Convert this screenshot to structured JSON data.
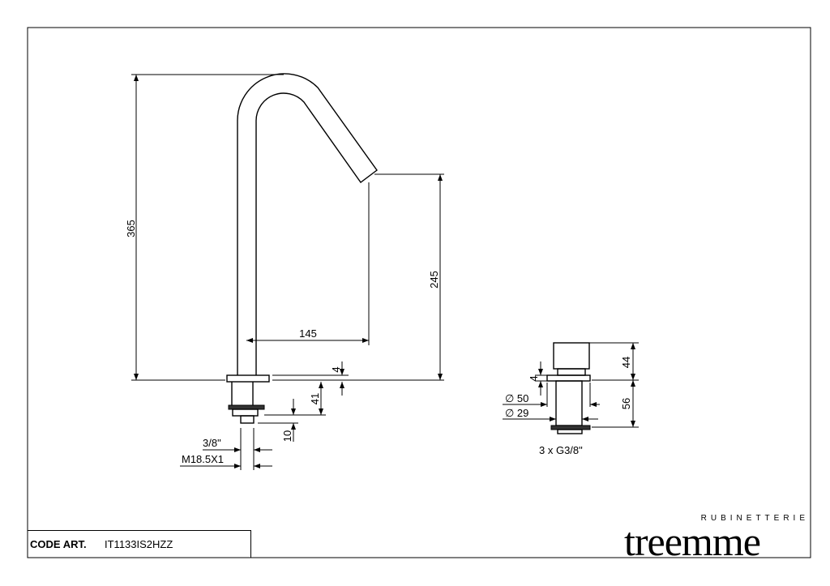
{
  "title_block": {
    "code_label": "CODE ART.",
    "code_value": "IT1133IS2HZZ"
  },
  "brand": {
    "name": "treemme",
    "subtitle": "RUBINETTERIE"
  },
  "spout_dimensions": {
    "height": "365",
    "outlet_height": "245",
    "reach": "145",
    "plate_thickness": "4",
    "shank_length": "41",
    "thread_length": "10",
    "thread_1": "3/8\"",
    "thread_2": "M18.5X1"
  },
  "handle_dimensions": {
    "handle_height": "44",
    "body_height": "56",
    "plate_thickness": "4",
    "diameter_1": "∅ 50",
    "diameter_2": "∅ 29",
    "connection": "3 x G3/8\""
  }
}
